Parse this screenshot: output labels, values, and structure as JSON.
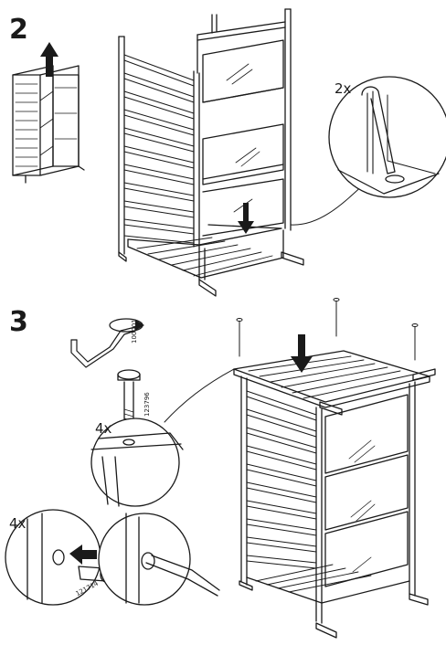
{
  "steps": [
    {
      "number": "2",
      "callout_quantity": "2x"
    },
    {
      "number": "3",
      "callout_quantity_bolts": "4x",
      "callout_quantity_dowels": "4x",
      "part_numbers": {
        "allen_key": "100001",
        "bolt": "123796",
        "dowel": "121714"
      }
    }
  ],
  "icons": {
    "direction_arrow": "arrow-up-icon",
    "press_arrow": "arrow-down-icon",
    "rotate": "rotate-icon",
    "insert_arrow": "arrow-left-icon"
  },
  "colors": {
    "line": "#1a1a1a",
    "background": "#ffffff",
    "panel_fill": "#f4f4f4"
  }
}
